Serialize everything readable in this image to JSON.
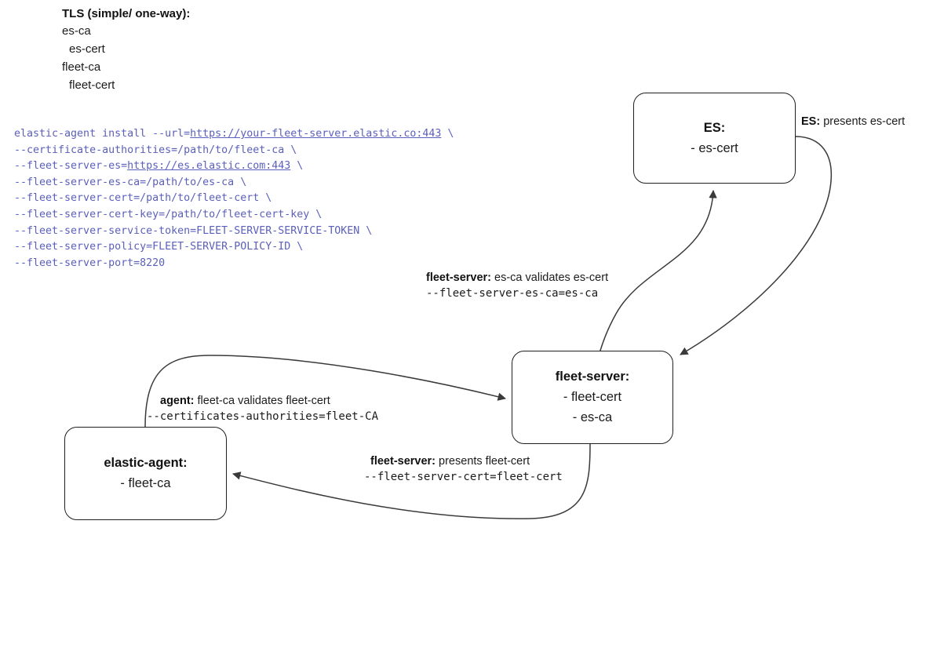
{
  "legend": {
    "title": "TLS (simple/ one-way):",
    "items": [
      {
        "text": "es-ca",
        "indent": 0
      },
      {
        "text": "es-cert",
        "indent": 1
      },
      {
        "text": "fleet-ca",
        "indent": 0
      },
      {
        "text": "fleet-cert",
        "indent": 1
      }
    ]
  },
  "command": {
    "lines": [
      {
        "plain_before": "elastic-agent install --url=",
        "link": "https://your-fleet-server.elastic.co:443",
        "plain_after": " \\"
      },
      {
        "plain_before": "--certificate-authorities=/path/to/fleet-ca \\",
        "link": "",
        "plain_after": ""
      },
      {
        "plain_before": "--fleet-server-es=",
        "link": "https://es.elastic.com:443",
        "plain_after": " \\"
      },
      {
        "plain_before": "--fleet-server-es-ca=/path/to/es-ca \\",
        "link": "",
        "plain_after": ""
      },
      {
        "plain_before": "--fleet-server-cert=/path/to/fleet-cert \\",
        "link": "",
        "plain_after": ""
      },
      {
        "plain_before": "--fleet-server-cert-key=/path/to/fleet-cert-key \\",
        "link": "",
        "plain_after": ""
      },
      {
        "plain_before": "--fleet-server-service-token=FLEET-SERVER-SERVICE-TOKEN \\",
        "link": "",
        "plain_after": ""
      },
      {
        "plain_before": "--fleet-server-policy=FLEET-SERVER-POLICY-ID \\",
        "link": "",
        "plain_after": ""
      },
      {
        "plain_before": "--fleet-server-port=8220",
        "link": "",
        "plain_after": ""
      }
    ],
    "text_color": "#5b5fbd"
  },
  "nodes": {
    "es": {
      "title": "ES:",
      "lines": [
        "- es-cert"
      ]
    },
    "fleet_server": {
      "title": "fleet-server:",
      "lines": [
        "- fleet-cert",
        "- es-ca"
      ]
    },
    "elastic_agent": {
      "title": "elastic-agent:",
      "lines": [
        "- fleet-ca"
      ]
    }
  },
  "edges": {
    "es_presents": {
      "actor": "ES:",
      "text": " presents es-cert",
      "mono": ""
    },
    "fs_validates": {
      "actor": "fleet-server:",
      "text": " es-ca validates es-cert",
      "mono": "--fleet-server-es-ca=es-ca"
    },
    "agent_validates": {
      "actor": "agent:",
      "text": " fleet-ca validates fleet-cert",
      "mono": "--certificates-authorities=fleet-CA"
    },
    "fs_presents": {
      "actor": "fleet-server:",
      "text": " presents fleet-cert",
      "mono": "--fleet-server-cert=fleet-cert"
    }
  },
  "colors": {
    "stroke": "#1f1f1f",
    "edge_stroke": "#3a3a3a",
    "command": "#5b5fbd",
    "background": "#ffffff"
  }
}
